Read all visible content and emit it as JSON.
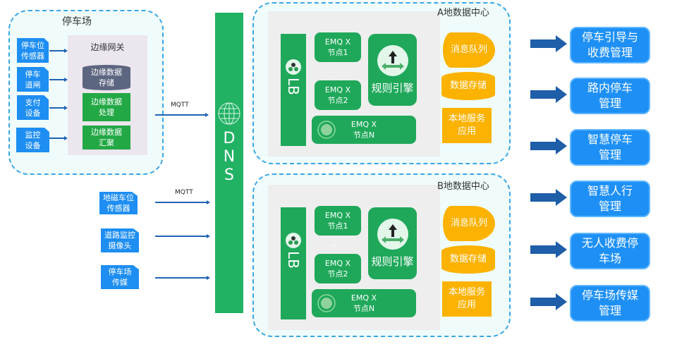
{
  "parking_lot": {
    "title": "停车场",
    "devices": [
      "停车位\n传感器",
      "停车\n道闸",
      "支付\n设备",
      "监控\n设备"
    ],
    "gateway": {
      "title": "边缘网关",
      "storage": "边缘数据\n存储",
      "processing": "边缘数据\n处理",
      "aggregation": "边缘数据\n汇聚"
    }
  },
  "protocol_label_1": "MQTT",
  "protocol_label_2": "MQTT",
  "road_devices": [
    "地磁车位\n传感器",
    "道路监控\n摄像头",
    "停车场\n传媒"
  ],
  "dns": {
    "letters": [
      "D",
      "N",
      "S"
    ],
    "icon": "globe-icon"
  },
  "data_centers": [
    {
      "title": "A地数据中心",
      "lb": "LB",
      "nodes": [
        {
          "name": "EMQ X",
          "sub": "节点1"
        },
        {
          "name": "EMQ X",
          "sub": "节点2"
        },
        {
          "name": "EMQ X",
          "sub": "节点N"
        }
      ],
      "ellipsis": "...",
      "rule_engine": "规则引擎",
      "message_queue": "消息队列",
      "data_storage": "数据存储",
      "local_service": "本地服务\n应用"
    },
    {
      "title": "B地数据中心",
      "lb": "LB",
      "nodes": [
        {
          "name": "EMQ X",
          "sub": "节点1"
        },
        {
          "name": "EMQ X",
          "sub": "节点2"
        },
        {
          "name": "EMQ X",
          "sub": "节点N"
        }
      ],
      "ellipsis": "...",
      "rule_engine": "规则引擎",
      "message_queue": "消息队列",
      "data_storage": "数据存储",
      "local_service": "本地服务\n应用"
    }
  ],
  "applications": [
    "停车引导与\n收费管理",
    "路内停车\n管理",
    "智慧停车\n管理",
    "智慧人行\n管理",
    "无人收费停\n车场",
    "停车场传媒\n管理"
  ],
  "colors": {
    "device_blue": "#1e8ef2",
    "dns_green": "#21b264",
    "node_green": "#1fa85a",
    "orange": "#fbb200",
    "arrow_blue": "#1f5ea8",
    "zone_border": "#3aa6e6"
  }
}
